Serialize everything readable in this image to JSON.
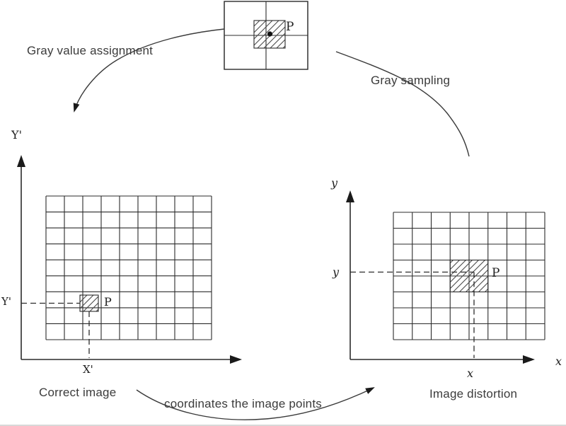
{
  "annotations": {
    "gray_value_assignment": "Gray value assignment",
    "gray_sampling": "Gray sampling",
    "coordinates_note": "coordinates the image points"
  },
  "pixel_box": {
    "point_label": "P",
    "grid": {
      "cols": 2,
      "rows": 2
    }
  },
  "correct_image": {
    "caption": "Correct image",
    "y_axis_title": "Y'",
    "y_tick": "Y'",
    "x_tick": "X'",
    "point_label": "P",
    "grid": {
      "cols": 9,
      "rows": 9
    }
  },
  "image_distortion": {
    "caption": "Image distortion",
    "y_axis_title": "y",
    "x_axis_title": "x",
    "y_tick": "y",
    "x_tick": "x",
    "point_label": "P",
    "grid": {
      "cols": 8,
      "rows": 8
    }
  },
  "colors": {
    "line": "#2b2b2b",
    "text": "#3b3b3b",
    "background": "#ffffff"
  }
}
